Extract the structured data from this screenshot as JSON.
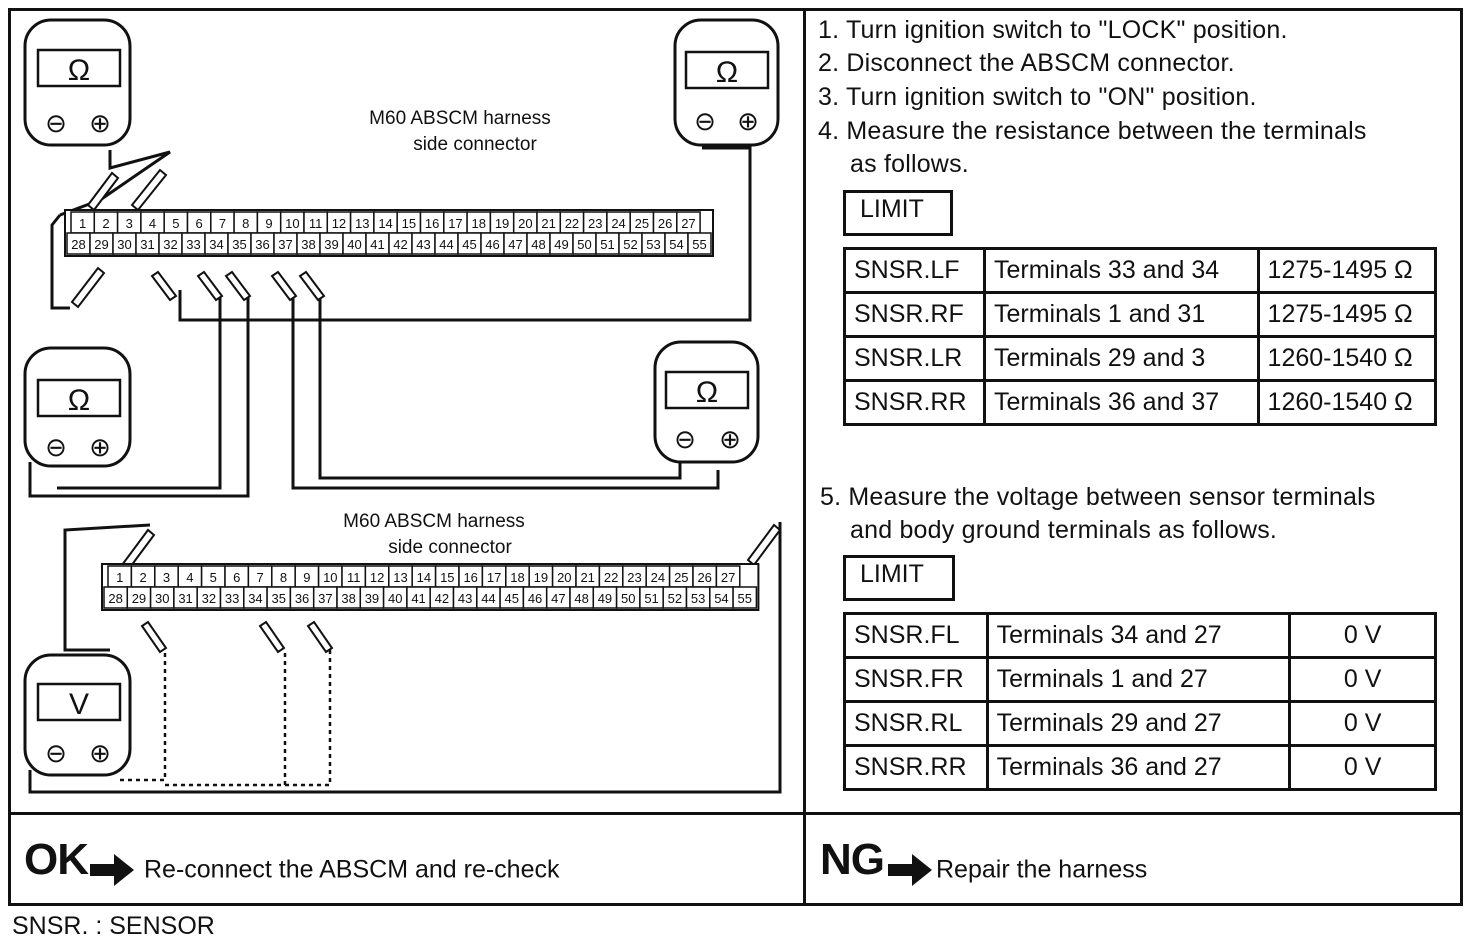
{
  "diagram": {
    "connector_label_line1": "M60 ABSCM harness",
    "connector_label_line2": "side connector",
    "pins_top": [
      "1",
      "2",
      "3",
      "4",
      "5",
      "6",
      "7",
      "8",
      "9",
      "10",
      "11",
      "12",
      "13",
      "14",
      "15",
      "16",
      "17",
      "18",
      "19",
      "20",
      "21",
      "22",
      "23",
      "24",
      "25",
      "26",
      "27"
    ],
    "pins_bottom": [
      "28",
      "29",
      "30",
      "31",
      "32",
      "33",
      "34",
      "35",
      "36",
      "37",
      "38",
      "39",
      "40",
      "41",
      "42",
      "43",
      "44",
      "45",
      "46",
      "47",
      "48",
      "49",
      "50",
      "51",
      "52",
      "53",
      "54",
      "55"
    ],
    "ohm_symbol": "Ω",
    "volt_symbol": "V",
    "minus_symbol": "⊖",
    "plus_symbol": "⊕"
  },
  "steps": [
    "1. Turn ignition switch to \"LOCK\" position.",
    "2. Disconnect the ABSCM connector.",
    "3. Turn ignition switch to \"ON\" position.",
    "4. Measure the resistance between the terminals",
    "as follows.",
    "5. Measure the voltage between sensor terminals",
    "and body ground terminals as follows."
  ],
  "limit_label": "LIMIT",
  "resistance_table": [
    [
      "SNSR.LF",
      "Terminals 33 and 34",
      "1275-1495 Ω"
    ],
    [
      "SNSR.RF",
      "Terminals 1 and 31",
      "1275-1495 Ω"
    ],
    [
      "SNSR.LR",
      "Terminals 29 and 3",
      "1260-1540 Ω"
    ],
    [
      "SNSR.RR",
      "Terminals 36 and 37",
      "1260-1540 Ω"
    ]
  ],
  "voltage_table": [
    [
      "SNSR.FL",
      "Terminals 34 and 27",
      "0 V"
    ],
    [
      "SNSR.FR",
      "Terminals 1 and 27",
      "0 V"
    ],
    [
      "SNSR.RL",
      "Terminals 29 and 27",
      "0 V"
    ],
    [
      "SNSR.RR",
      "Terminals 36 and 27",
      "0 V"
    ]
  ],
  "ok": {
    "label": "OK",
    "text": "Re-connect the ABSCM and re-check"
  },
  "ng": {
    "label": "NG",
    "text": "Repair the harness"
  },
  "footnote": "SNSR. : SENSOR"
}
